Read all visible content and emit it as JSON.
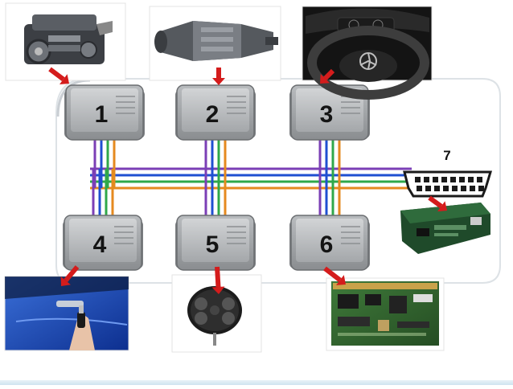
{
  "modules": [
    {
      "id": "module-1",
      "label": "1"
    },
    {
      "id": "module-2",
      "label": "2"
    },
    {
      "id": "module-3",
      "label": "3"
    },
    {
      "id": "module-4",
      "label": "4"
    },
    {
      "id": "module-5",
      "label": "5"
    },
    {
      "id": "module-6",
      "label": "6"
    }
  ],
  "diagnostic": {
    "label": "7"
  },
  "bus_wire_colors": [
    "#7b3fb6",
    "#1f4fd1",
    "#2fa84a",
    "#e58a1f"
  ],
  "arrow_color": "#d41c1c",
  "photos": [
    {
      "name": "engine-photo",
      "icon": "engine"
    },
    {
      "name": "transmission-photo",
      "icon": "transmission"
    },
    {
      "name": "dashboard-photo",
      "icon": "steering-wheel"
    },
    {
      "name": "car-door-key-photo",
      "icon": "car-door-with-key"
    },
    {
      "name": "key-fob-photo",
      "icon": "key-fob-remote"
    },
    {
      "name": "circuit-board-photo",
      "icon": "circuit-board"
    },
    {
      "name": "diagnostic-tool-photo",
      "icon": "diagnostic-scanner"
    }
  ]
}
